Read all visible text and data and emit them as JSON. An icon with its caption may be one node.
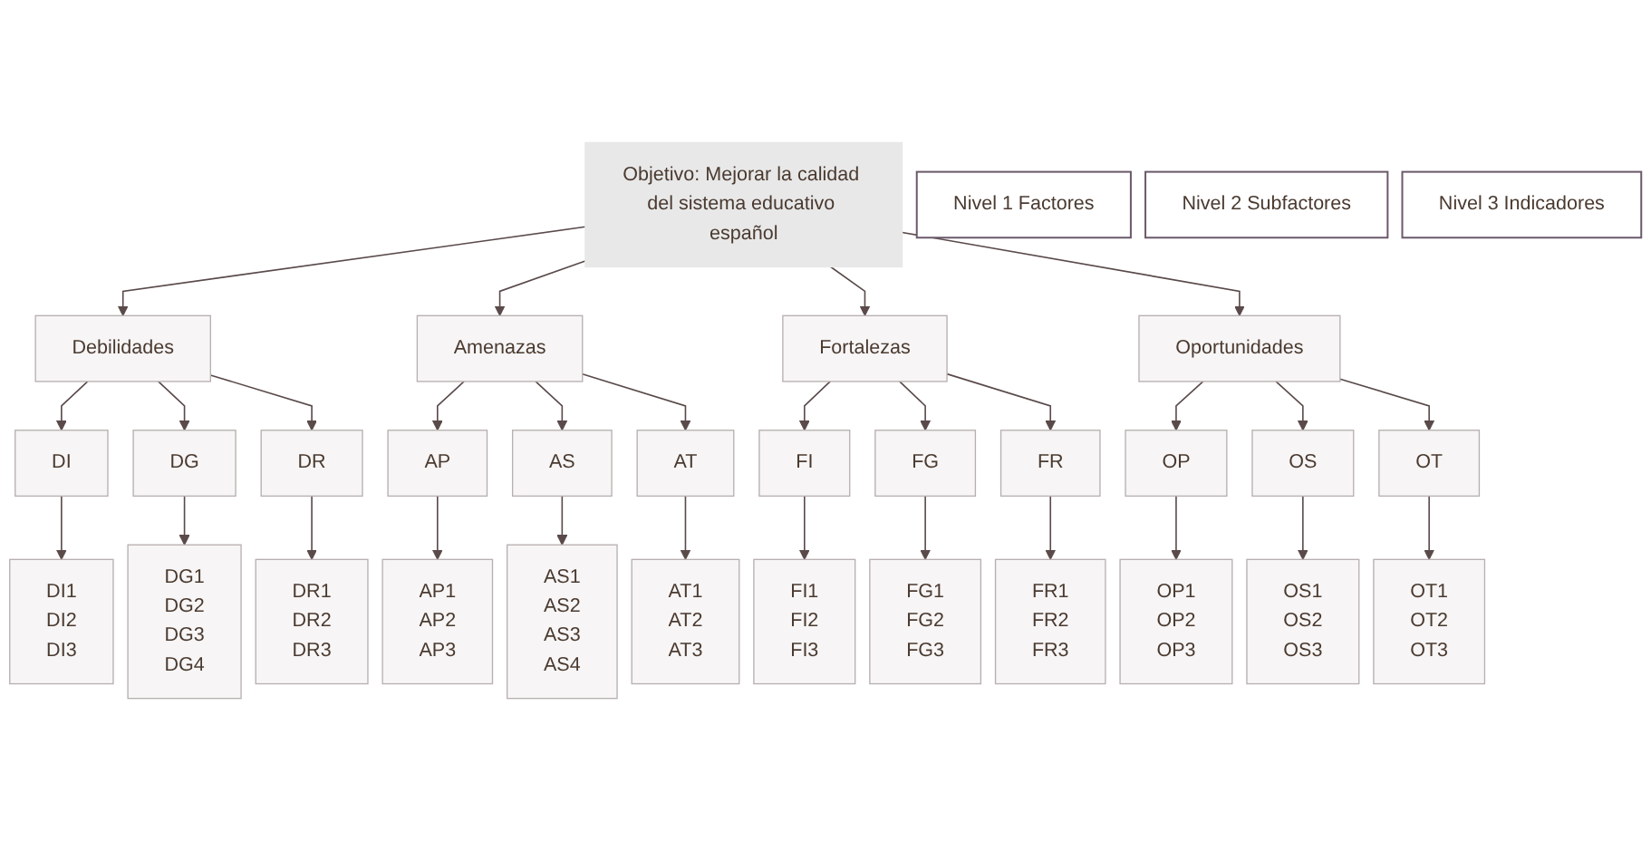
{
  "diagram": {
    "nodes": [
      {
        "text": [
          "Objetivo: Mejorar la calidad del sistema educativo español"
        ]
      },
      {
        "text": [
          "Nivel 1 Factores"
        ]
      },
      {
        "text": [
          "Debilidades"
        ]
      },
      {
        "text": [
          "Amenazas"
        ]
      },
      {
        "text": [
          "Fortalezas"
        ]
      },
      {
        "text": [
          "Oportunidades"
        ]
      },
      {
        "text": [
          "Nivel 2 Subfactores"
        ]
      },
      {
        "text": [
          "DI"
        ]
      },
      {
        "text": [
          "DG"
        ]
      },
      {
        "text": [
          "DR"
        ]
      },
      {
        "text": [
          "AP"
        ]
      },
      {
        "text": [
          "AS"
        ]
      },
      {
        "text": [
          "AT"
        ]
      },
      {
        "text": [
          "FI"
        ]
      },
      {
        "text": [
          "FG"
        ]
      },
      {
        "text": [
          "FR"
        ]
      },
      {
        "text": [
          "OP"
        ]
      },
      {
        "text": [
          "OS"
        ]
      },
      {
        "text": [
          "OT"
        ]
      },
      {
        "text": [
          "Nivel 3 Indicadores"
        ]
      },
      {
        "text": [
          "DI1",
          "DI2",
          "DI3"
        ]
      },
      {
        "text": [
          "DG1",
          "DG2",
          "DG3",
          "DG4"
        ]
      },
      {
        "text": [
          "DR1",
          "DR2",
          "DR3"
        ]
      },
      {
        "text": [
          "AP1",
          "AP2",
          "AP3"
        ]
      },
      {
        "text": [
          "AS1",
          "AS2",
          "AS3",
          "AS4"
        ]
      },
      {
        "text": [
          "AT1",
          "AT2",
          "AT3"
        ]
      },
      {
        "text": [
          "FI1",
          "FI2",
          "FI3"
        ]
      },
      {
        "text": [
          "FG1",
          "FG2",
          "FG3"
        ]
      },
      {
        "text": [
          "FR1",
          "FR2",
          "FR3"
        ]
      },
      {
        "text": [
          "OP1",
          "OP2",
          "OP3"
        ]
      },
      {
        "text": [
          "OS1",
          "OS2",
          "OS3"
        ]
      },
      {
        "text": [
          "OT1",
          "OT2",
          "OT3"
        ]
      }
    ],
    "edges": [
      {
        "from": 0,
        "to": 2,
        "arrow": "to"
      },
      {
        "from": 0,
        "to": 3,
        "arrow": "to"
      },
      {
        "from": 0,
        "to": 4,
        "arrow": "to"
      },
      {
        "from": 0,
        "to": 5,
        "arrow": "to"
      },
      {
        "from": 2,
        "to": 7,
        "arrow": "to"
      },
      {
        "from": 2,
        "to": 8,
        "arrow": "to"
      },
      {
        "from": 2,
        "to": 9,
        "arrow": "to"
      },
      {
        "from": 3,
        "to": 10,
        "arrow": "to"
      },
      {
        "from": 3,
        "to": 11,
        "arrow": "to"
      },
      {
        "from": 3,
        "to": 12,
        "arrow": "to"
      },
      {
        "from": 4,
        "to": 13,
        "arrow": "to"
      },
      {
        "from": 4,
        "to": 14,
        "arrow": "to"
      },
      {
        "from": 4,
        "to": 15,
        "arrow": "to"
      },
      {
        "from": 5,
        "to": 16,
        "arrow": "to"
      },
      {
        "from": 5,
        "to": 17,
        "arrow": "to"
      },
      {
        "from": 5,
        "to": 18,
        "arrow": "to"
      },
      {
        "from": 7,
        "to": 20,
        "arrow": "to"
      },
      {
        "from": 8,
        "to": 21,
        "arrow": "to"
      },
      {
        "from": 9,
        "to": 22,
        "arrow": "to"
      },
      {
        "from": 10,
        "to": 23,
        "arrow": "to"
      },
      {
        "from": 11,
        "to": 24,
        "arrow": "to"
      },
      {
        "from": 12,
        "to": 25,
        "arrow": "to"
      },
      {
        "from": 13,
        "to": 26,
        "arrow": "to"
      },
      {
        "from": 14,
        "to": 27,
        "arrow": "to"
      },
      {
        "from": 15,
        "to": 28,
        "arrow": "to"
      },
      {
        "from": 16,
        "to": 29,
        "arrow": "to"
      },
      {
        "from": 17,
        "to": 30,
        "arrow": "to"
      },
      {
        "from": 18,
        "to": 31,
        "arrow": "to"
      }
    ]
  }
}
